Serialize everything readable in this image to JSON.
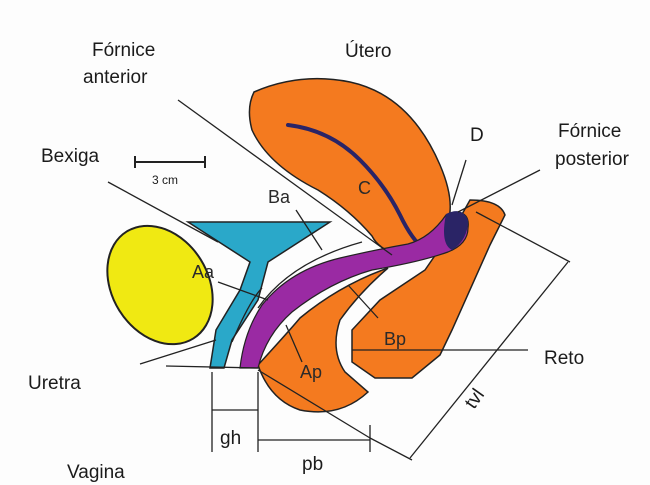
{
  "labels": {
    "fornice_anterior_1": "Fórnice",
    "fornice_anterior_2": "anterior",
    "utero": "Útero",
    "d": "D",
    "fornice_posterior_1": "Fórnice",
    "fornice_posterior_2": "posterior",
    "bexiga": "Bexiga",
    "scale": "3 cm",
    "c": "C",
    "ba": "Ba",
    "aa": "Aa",
    "bp": "Bp",
    "reto": "Reto",
    "uretra": "Uretra",
    "ap": "Ap",
    "tvl": "tvl",
    "gh": "gh",
    "pb": "pb",
    "vagina": "Vagina"
  },
  "colors": {
    "uterus": "#f47a1f",
    "rectum": "#f47a1f",
    "bladder": "#2aa8c9",
    "vagina": "#9a2aa3",
    "pubis": "#f0e912",
    "cervix_line": "#2a2466",
    "line": "#1b1b1b"
  }
}
